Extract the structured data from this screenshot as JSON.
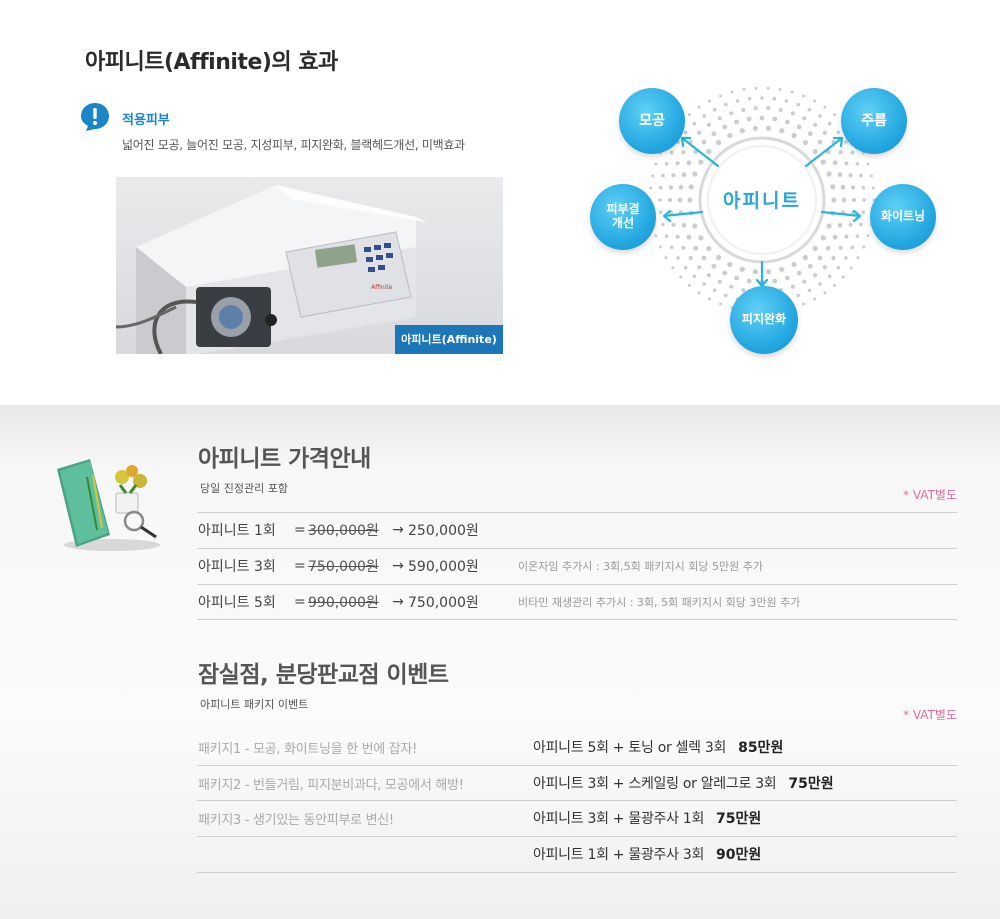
{
  "effects": {
    "title": "아피니트(Affinite)의 효과",
    "skin_label": "적용피부",
    "skin_desc": "넓어진 모공, 늘어진 모공, 지성피부, 피지완화, 블랙헤드개선, 미백효과",
    "product_tag": "아피니트(Affinite)",
    "diagram": {
      "center": "아피니트",
      "bubbles": [
        "모공",
        "주름",
        "피부결 개선",
        "화이트닝",
        "피지완화"
      ]
    }
  },
  "pricing": {
    "title": "아피니트 가격안내",
    "subtitle": "당일 진정관리 포함",
    "vat": "* VAT별도",
    "rows": [
      {
        "name": "아피니트 1회",
        "eq": "=",
        "old": "300,000원",
        "arrow": "→",
        "new": "250,000원",
        "note": ""
      },
      {
        "name": "아피니트 3회",
        "eq": "=",
        "old": "750,000원",
        "arrow": "→",
        "new": "590,000원",
        "note": "이온자임 추가시 : 3회,5회 패키지시 회당 5만원 추가"
      },
      {
        "name": "아피니트 5회",
        "eq": "=",
        "old": "990,000원",
        "arrow": "→",
        "new": "750,000원",
        "note": "비타민 재생관리 추가시 : 3회, 5회 패키지시 회당 3만원 추가"
      }
    ]
  },
  "event": {
    "title": "잠실점, 분당판교점 이벤트",
    "subtitle": "아피니트 패키지 이벤트",
    "vat": "* VAT별도",
    "rows": [
      {
        "name": "패키지1 - 모공, 화이트닝을 한 번에 잡자!",
        "detail": "아피니트 5회 +  토닝 or 셀렉 3회",
        "price": "85만원"
      },
      {
        "name": "패키지2 - 번들거림, 피지분비과다, 모공에서 해방!",
        "detail": "아피니트 3회 + 스케일링 or 알레그로 3회",
        "price": "75만원"
      },
      {
        "name": "패키지3 - 생기있는 동안피부로 변신!",
        "detail": "아피니트 3회 + 물광주사 1회",
        "price": "75만원"
      },
      {
        "name": "",
        "detail": "아피니트 1회 + 물광주사 3회",
        "price": "90만원"
      }
    ]
  },
  "colors": {
    "accent_blue": "#1a86c8",
    "bubble_blue": "#22a6e0",
    "vat_pink": "#e06aa0"
  }
}
